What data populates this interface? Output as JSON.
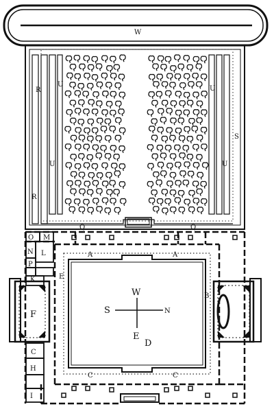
{
  "labels": {
    "canal": "W",
    "garden_left_outer": "R",
    "garden_left_outer_2": "R",
    "garden_left_inner": "U",
    "garden_left_inner_2": "U",
    "garden_right_inner": "U",
    "garden_right_inner_2": "U",
    "garden_right_outer": "S",
    "gate_left": "Q",
    "gate_right": "Q",
    "room_O": "O",
    "room_M": "M",
    "room_N": "N",
    "room_L": "L",
    "room_P": "P",
    "room_K": "K",
    "room_F": "F",
    "room_C": "C",
    "room_H": "H",
    "room_I": "I",
    "side_E": "E",
    "side_B": "B",
    "portico_A_left": "A",
    "portico_A_right": "A",
    "portico_C_left": "C",
    "portico_C_right": "C",
    "compass_top": "W",
    "compass_left": "S",
    "compass_right": "N",
    "compass_bottom": "E",
    "court_D": "D"
  }
}
